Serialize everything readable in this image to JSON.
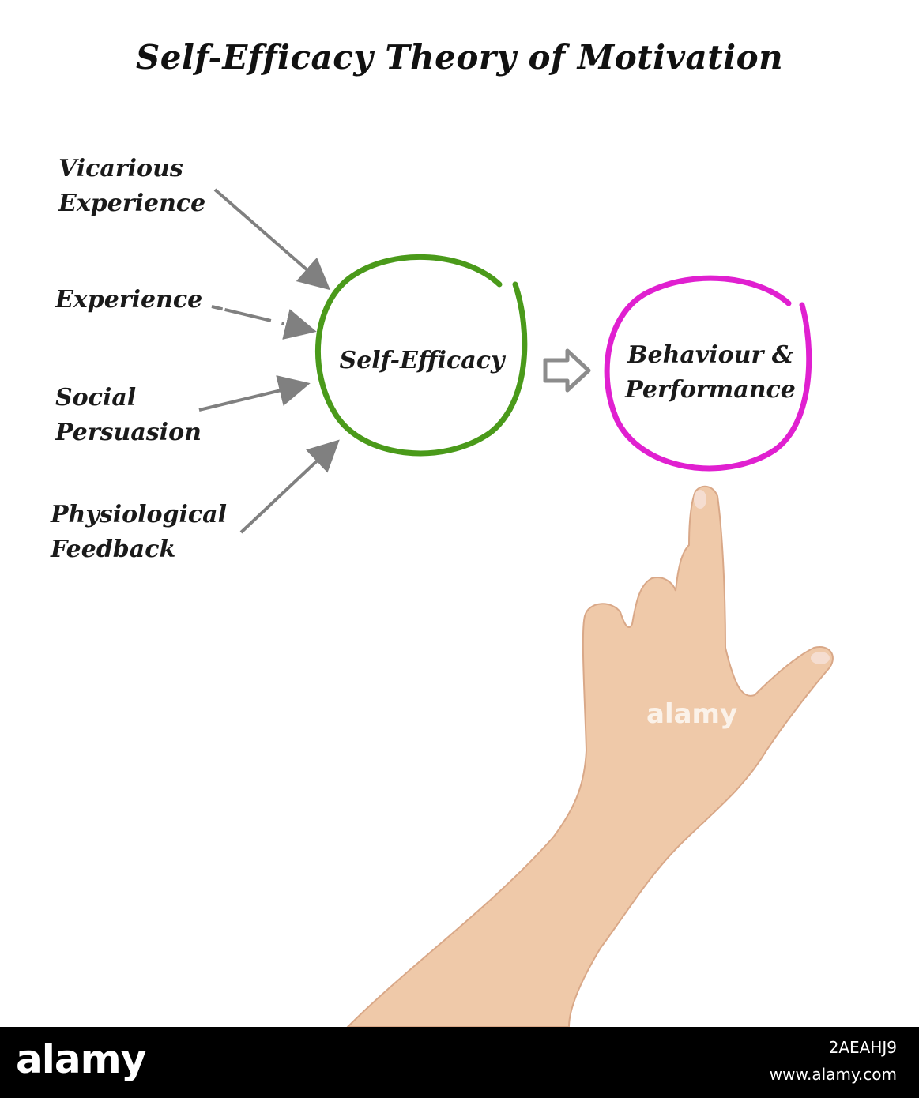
{
  "title": "Self-Efficacy Theory of Motivation",
  "inputs": [
    {
      "lines": [
        "Vicarious",
        "Experience"
      ]
    },
    {
      "lines": [
        "Experience"
      ]
    },
    {
      "lines": [
        "Social",
        "Persuasion"
      ]
    },
    {
      "lines": [
        "Physiological",
        "Feedback"
      ]
    }
  ],
  "nodes": {
    "self_efficacy": {
      "lines": [
        "Self-Efficacy"
      ],
      "color": "#4a9a1a"
    },
    "behaviour": {
      "lines": [
        "Behaviour &",
        "Performance"
      ],
      "color": "#e020d0"
    }
  },
  "arrow_color": "#808080",
  "watermark": "alamy",
  "footer": {
    "brand": "alamy",
    "image_id": "2AEAHJ9",
    "url": "www.alamy.com"
  }
}
